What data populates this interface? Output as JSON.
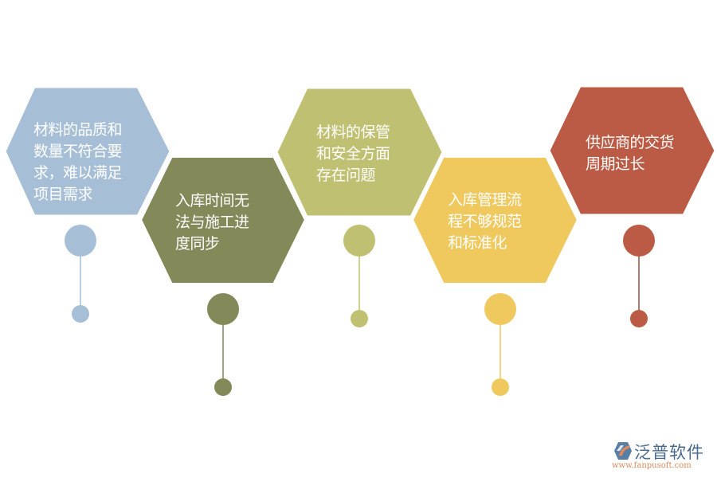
{
  "diagram": {
    "title": "",
    "items": [
      {
        "text": "材料的品质和\n数量不符合要\n求，难以满足\n项目需求",
        "color": "#a6bfd6"
      },
      {
        "text": "入库时间无\n法与施工进\n度同步",
        "color": "#84895a"
      },
      {
        "text": "材料的保管\n和安全方面\n存在问题",
        "color": "#bfc071"
      },
      {
        "text": "入库管理流\n程不够规范\n和标准化",
        "color": "#efc95e"
      },
      {
        "text": "供应商的交货\n周期过长",
        "color": "#bb5b45"
      }
    ]
  },
  "logo": {
    "name": "泛普软件",
    "url": "www.fanpusoft.com"
  }
}
